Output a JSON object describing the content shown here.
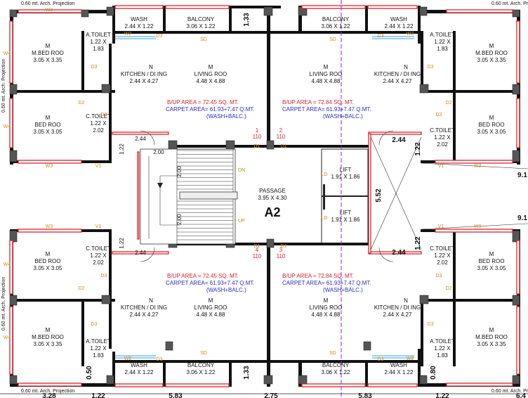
{
  "margin_note": "0.60 mt. Arch. Projection",
  "wing_label": "A2",
  "passage": {
    "name": "PASSAGE",
    "size": "3.95 X 4.30"
  },
  "lift": {
    "name": "LIFT",
    "size": "1.91 X 1.86"
  },
  "stair": {
    "dn": "DN",
    "up": "UP",
    "dim": "2.00"
  },
  "rooms": {
    "wash": {
      "name": "WASH",
      "size": "2.44 X 1.22"
    },
    "balcony": {
      "name": "BALCONY",
      "size": "3.06 X 1.22"
    },
    "atoilet": {
      "name": "A.TOILET",
      "size1": "1.22 X",
      "size2": "1.83"
    },
    "mbed": {
      "name1": "M",
      "name2": "M.BED ROO",
      "size": "3.05 X 3.35"
    },
    "kitchen": {
      "name1": "N",
      "name2": "KITCHEN / DI ING",
      "size": "2.44 X 4.27"
    },
    "living": {
      "name1": "M",
      "name2": "LIVING ROO",
      "size": "4.48 X 4.88"
    },
    "bed": {
      "name1": "M",
      "name2": "BED ROO",
      "size": "3.05 X 3.05"
    },
    "ctoilet": {
      "name": "C.TOILET",
      "size1": "1.22 X",
      "size2": "2.02"
    }
  },
  "areas": {
    "left_bup": "B/UP AREA    = 72.45 SQ. MT.",
    "right_bup": "B/UP AREA    = 72.84 SQ. MT.",
    "carpet": "CARPET AREA= 61.93+7.47 Q.MT.",
    "carpet_note": "(WASH+BALC.)"
  },
  "flats": [
    {
      "num": "1",
      "code": "110"
    },
    {
      "num": "2",
      "code": "110"
    },
    {
      "num": "4",
      "code": "110"
    },
    {
      "num": "3",
      "code": "110"
    }
  ],
  "labels": {
    "W3": "W3",
    "W2": "W2",
    "W4": "W4",
    "D1": "D1",
    "D2": "D2",
    "D3": "D3",
    "V1": "V1",
    "SD": "SD",
    "LD": "LD"
  },
  "dims": {
    "d133": "1.33",
    "d244": "2.44",
    "d122": "1.22",
    "d552": "5.52",
    "d91": "9.1",
    "d050": "0.50",
    "d080": "0.80",
    "d200": "2.00",
    "bottom": [
      "3.28",
      "1.22",
      "5.83",
      "2.75",
      "5.83",
      "1.22",
      "6.4"
    ]
  }
}
